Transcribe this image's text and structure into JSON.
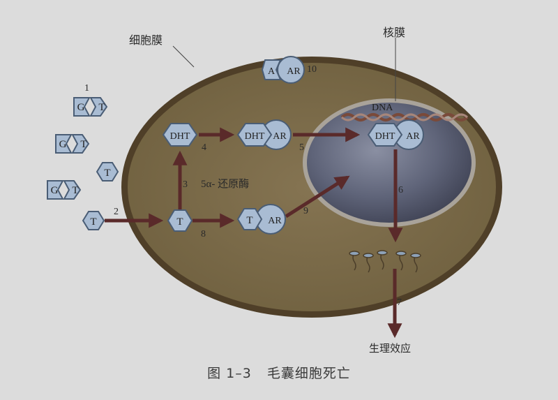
{
  "labels": {
    "cell_membrane": "细胞膜",
    "nuclear_membrane": "核膜",
    "dna": "DNA",
    "enzyme": "5α- 还原酶",
    "physiological_effect": "生理效应"
  },
  "molecules": {
    "G": "G",
    "T": "T",
    "A": "A",
    "AR": "AR",
    "DHT": "DHT"
  },
  "steps": {
    "s1": "1",
    "s2": "2",
    "s3": "3",
    "s4": "4",
    "s5": "5",
    "s6": "6",
    "s7": "7",
    "s8": "8",
    "s9": "9",
    "s10": "10"
  },
  "caption": {
    "figure_no": "图 1–3",
    "title": "毛囊细胞死亡"
  },
  "colors": {
    "background": "#dcdcdc",
    "cytoplasm": "#7b6c48",
    "cell_membrane": "#56452d",
    "nucleus": "#5d6278",
    "molecule_fill": "#a9bcd3",
    "molecule_stroke": "#4a5d75",
    "arrow": "#5a2a2a"
  }
}
